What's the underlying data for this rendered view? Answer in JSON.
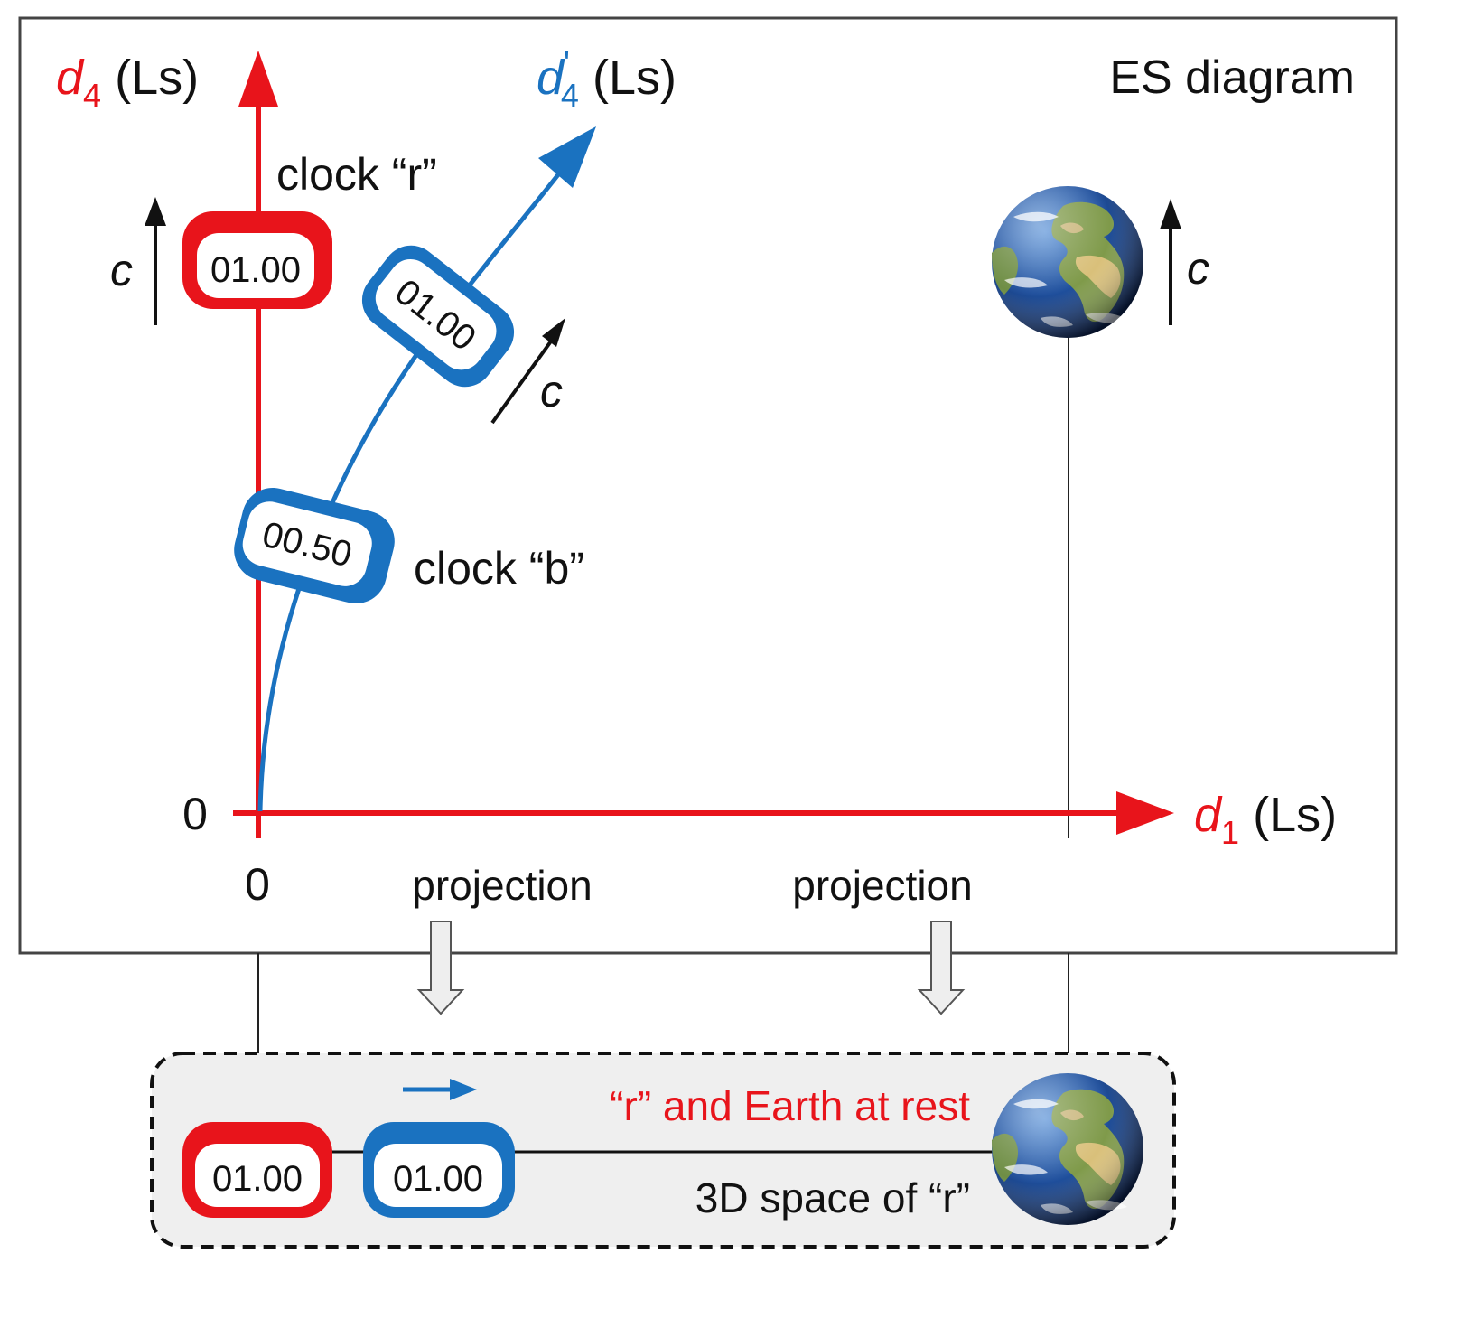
{
  "title": "ES diagram",
  "colors": {
    "red": "#e8141b",
    "blue": "#1a72c0",
    "black": "#111111",
    "panel_fill": "#efefef"
  },
  "axes": {
    "d4": {
      "symbol": "d",
      "sub": "4",
      "unit": " (Ls)"
    },
    "d4prime": {
      "symbol": "d",
      "prime": "'",
      "sub": "4",
      "unit": " (Ls)"
    },
    "d1": {
      "symbol": "d",
      "sub": "1",
      "unit": " (Ls)"
    },
    "origin_y": "0",
    "origin_x": "0"
  },
  "clocks": {
    "r_label": "clock “r”",
    "r_reading": "01.00",
    "b_label": "clock “b”",
    "b_reading_upper": "01.00",
    "b_reading_lower": "00.50"
  },
  "velocity_label": "c",
  "projection_labels": [
    "projection",
    "projection"
  ],
  "bottom_panel": {
    "caption_red": "“r” and Earth at rest",
    "caption_black": "3D space of “r”",
    "clock_r": "01.00",
    "clock_b": "01.00"
  },
  "icons": [
    "earth-globe-icon",
    "arrow-up-icon",
    "arrow-right-icon",
    "projection-arrow-icon"
  ]
}
